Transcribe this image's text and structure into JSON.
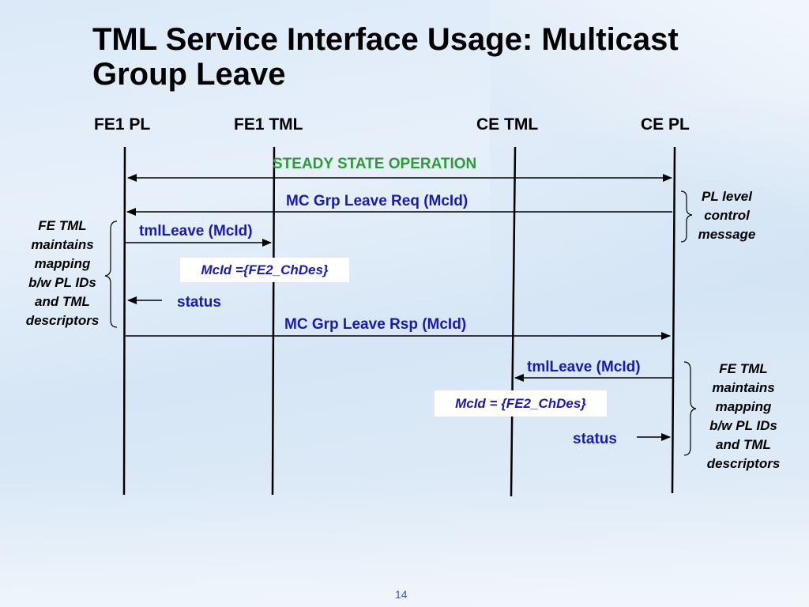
{
  "title": {
    "line1": "TML Service Interface Usage: Multicast",
    "line2": "Group Leave"
  },
  "lanes": {
    "fe1_pl": "FE1 PL",
    "fe1_tml": "FE1 TML",
    "ce_tml": "CE TML",
    "ce_pl": "CE PL"
  },
  "messages": {
    "steady_state": "STEADY STATE OPERATION",
    "mc_leave_req": "MC Grp Leave Req (McId)",
    "tml_leave_fe": "tmlLeave (McId)",
    "status_fe": "status",
    "mc_leave_rsp": "MC Grp Leave Rsp (McId)",
    "tml_leave_ce": "tmlLeave (McId)",
    "status_ce": "status"
  },
  "boxes": {
    "mcid_fe": "McId ={FE2_ChDes}",
    "mcid_ce": "McId = {FE2_ChDes}"
  },
  "notes": {
    "fe_mapping_left": [
      "FE TML",
      "maintains",
      "mapping",
      "b/w PL IDs",
      "and TML",
      "descriptors"
    ],
    "pl_control": [
      "PL level",
      "control",
      "message"
    ],
    "fe_mapping_right": [
      "FE TML",
      "maintains",
      "mapping",
      "b/w PL IDs",
      "and TML",
      "descriptors"
    ]
  },
  "page_number": "14",
  "colors": {
    "message_text": "#1a1ab0",
    "steady_text": "#2e9a3a",
    "lines": "#000000"
  }
}
